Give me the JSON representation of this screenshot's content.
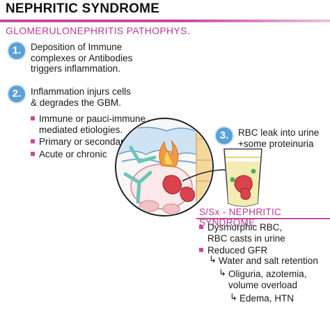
{
  "title": "NEPHRITIC SYNDROME",
  "subtitle": "GLOMERULONEPHRITIS PATHOPHYS.",
  "steps": [
    {
      "num": "1.",
      "lines": [
        "Deposition of Immune",
        "complexes or Antibodies",
        "triggers inflammation."
      ]
    },
    {
      "num": "2.",
      "lines": [
        "Inflammation injurs cells",
        "& degrades the GBM."
      ],
      "bullets": [
        {
          "lines": [
            "Immune or pauci-immune",
            "mediated etiologies."
          ]
        },
        {
          "lines": [
            "Primary or secondary"
          ]
        },
        {
          "lines": [
            "Acute or chronic"
          ]
        }
      ]
    },
    {
      "num": "3.",
      "lines": [
        "RBC leak into urine",
        "+some proteinuria"
      ]
    }
  ],
  "signs": {
    "title": "S/Sx - NEPHRITIC SYNDROME",
    "bullets": [
      {
        "lines": [
          "Dysmorphic RBC,",
          "RBC casts in urine"
        ]
      },
      {
        "lines": [
          "Reduced GFR"
        ]
      }
    ],
    "chain": [
      "Water and salt retention",
      "Oliguria, azotemia,",
      "volume overload",
      "Edema, HTN"
    ],
    "arrow_glyph": "↳"
  },
  "colors": {
    "accent": "#c64aa0",
    "badge": "#5aa1d8",
    "rbc": "#d9434b",
    "urine": "#f3edb4",
    "protein": "#4caf50"
  }
}
